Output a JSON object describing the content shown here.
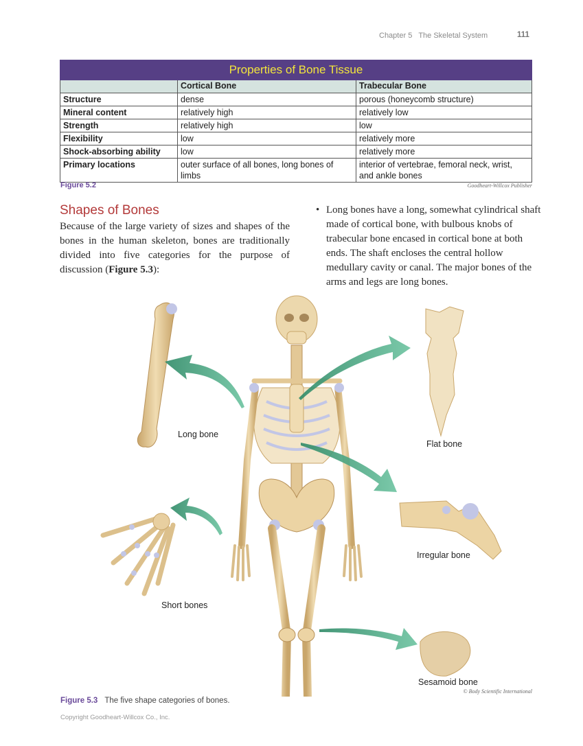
{
  "header": {
    "chapter": "Chapter 5",
    "chapter_title": "The Skeletal System",
    "page_number": "111"
  },
  "table": {
    "title": "Properties of Bone Tissue",
    "columns": [
      "",
      "Cortical Bone",
      "Trabecular Bone"
    ],
    "rows": [
      {
        "label": "Structure",
        "cortical": "dense",
        "trabecular": "porous (honeycomb structure)"
      },
      {
        "label": "Mineral content",
        "cortical": "relatively high",
        "trabecular": "relatively low"
      },
      {
        "label": "Strength",
        "cortical": "relatively high",
        "trabecular": "low"
      },
      {
        "label": "Flexibility",
        "cortical": "low",
        "trabecular": "relatively more"
      },
      {
        "label": "Shock-absorbing ability",
        "cortical": "low",
        "trabecular": "relatively more"
      },
      {
        "label": "Primary locations",
        "cortical": "outer surface of all bones, long bones of limbs",
        "trabecular": "interior of vertebrae, femoral neck, wrist, and ankle bones"
      }
    ],
    "figure_label": "Figure 5.2",
    "credit": "Goodheart-Willcox Publisher",
    "colors": {
      "title_bg": "#563f85",
      "title_text": "#f2e53c",
      "column_header_bg": "#d5e3df"
    }
  },
  "section": {
    "heading": "Shapes of Bones",
    "intro_before": "Because of the large variety of sizes and shapes of the bones in the human skeleton, bones are traditionally divided into five categories for the purpose of discussion (",
    "intro_ref": "Figure 5.3",
    "intro_after": "):",
    "bullet_symbol": "•",
    "bullet_text": "Long bones have a long, somewhat cylindrical shaft made of cortical bone, with bulbous knobs of trabecular bone encased in cortical bone at both ends. The shaft encloses the central hollow medullary cavity or canal. The major bones of the arms and legs are long bones."
  },
  "figure": {
    "labels": {
      "long": "Long bone",
      "flat": "Flat bone",
      "irregular": "Irregular bone",
      "short": "Short bones",
      "sesamoid": "Sesamoid bone"
    },
    "credit": "© Body Scientific International",
    "caption_number": "Figure 5.3",
    "caption_text": "The five shape categories of bones.",
    "colors": {
      "bone": "#e8cfa0",
      "bone_shade": "#c9a66b",
      "cartilage": "#c2c6e6",
      "arrow": "#3f9e7a"
    }
  },
  "footer": {
    "copyright": "Copyright Goodheart-Willcox Co., Inc."
  }
}
